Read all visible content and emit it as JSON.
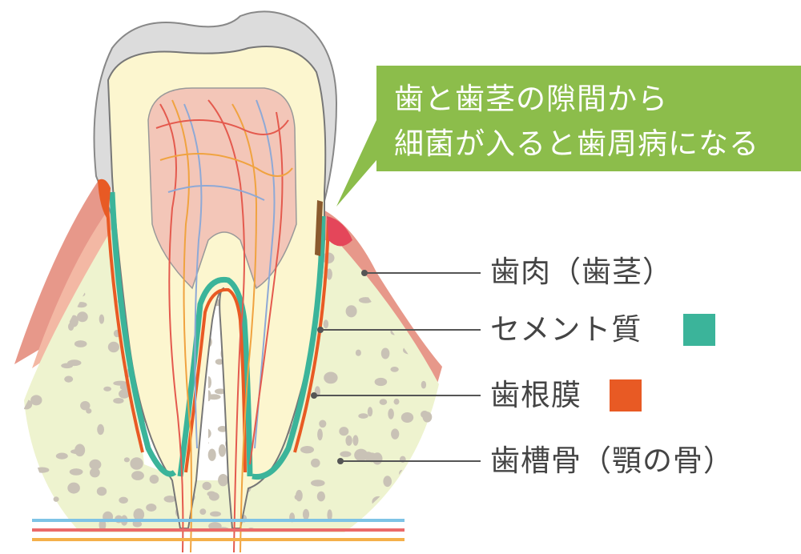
{
  "callout": {
    "line1": "歯と歯茎の隙間から",
    "line2": "細菌が入ると歯周病になる",
    "color": "#8cbd4b"
  },
  "labels": {
    "gum": "歯肉（歯茎）",
    "cementum": "セメント質",
    "ligament": "歯根膜",
    "bone": "歯槽骨（顎の骨）"
  },
  "colors": {
    "cementum": "#3bb49a",
    "ligament": "#e85a24",
    "enamel": "#dcdcdc",
    "dentin": "#fcf6cf",
    "pulp": "#f3c6b8",
    "gum": "#e7988a",
    "bone": "#eef3cf"
  }
}
